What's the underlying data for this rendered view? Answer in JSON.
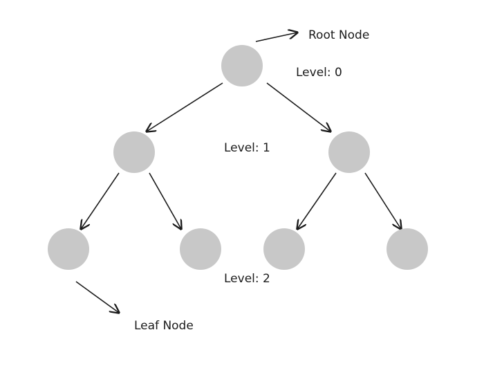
{
  "labels": {
    "root_node": "Root Node",
    "leaf_node": "Leaf Node",
    "level_0": "Level: 0",
    "level_1": "Level: 1",
    "level_2": "Level: 2"
  },
  "colors": {
    "node_fill": "#c8c8c8",
    "edge_stroke": "#1a1a1a",
    "text": "#1a1a1a",
    "background": "#ffffff"
  }
}
